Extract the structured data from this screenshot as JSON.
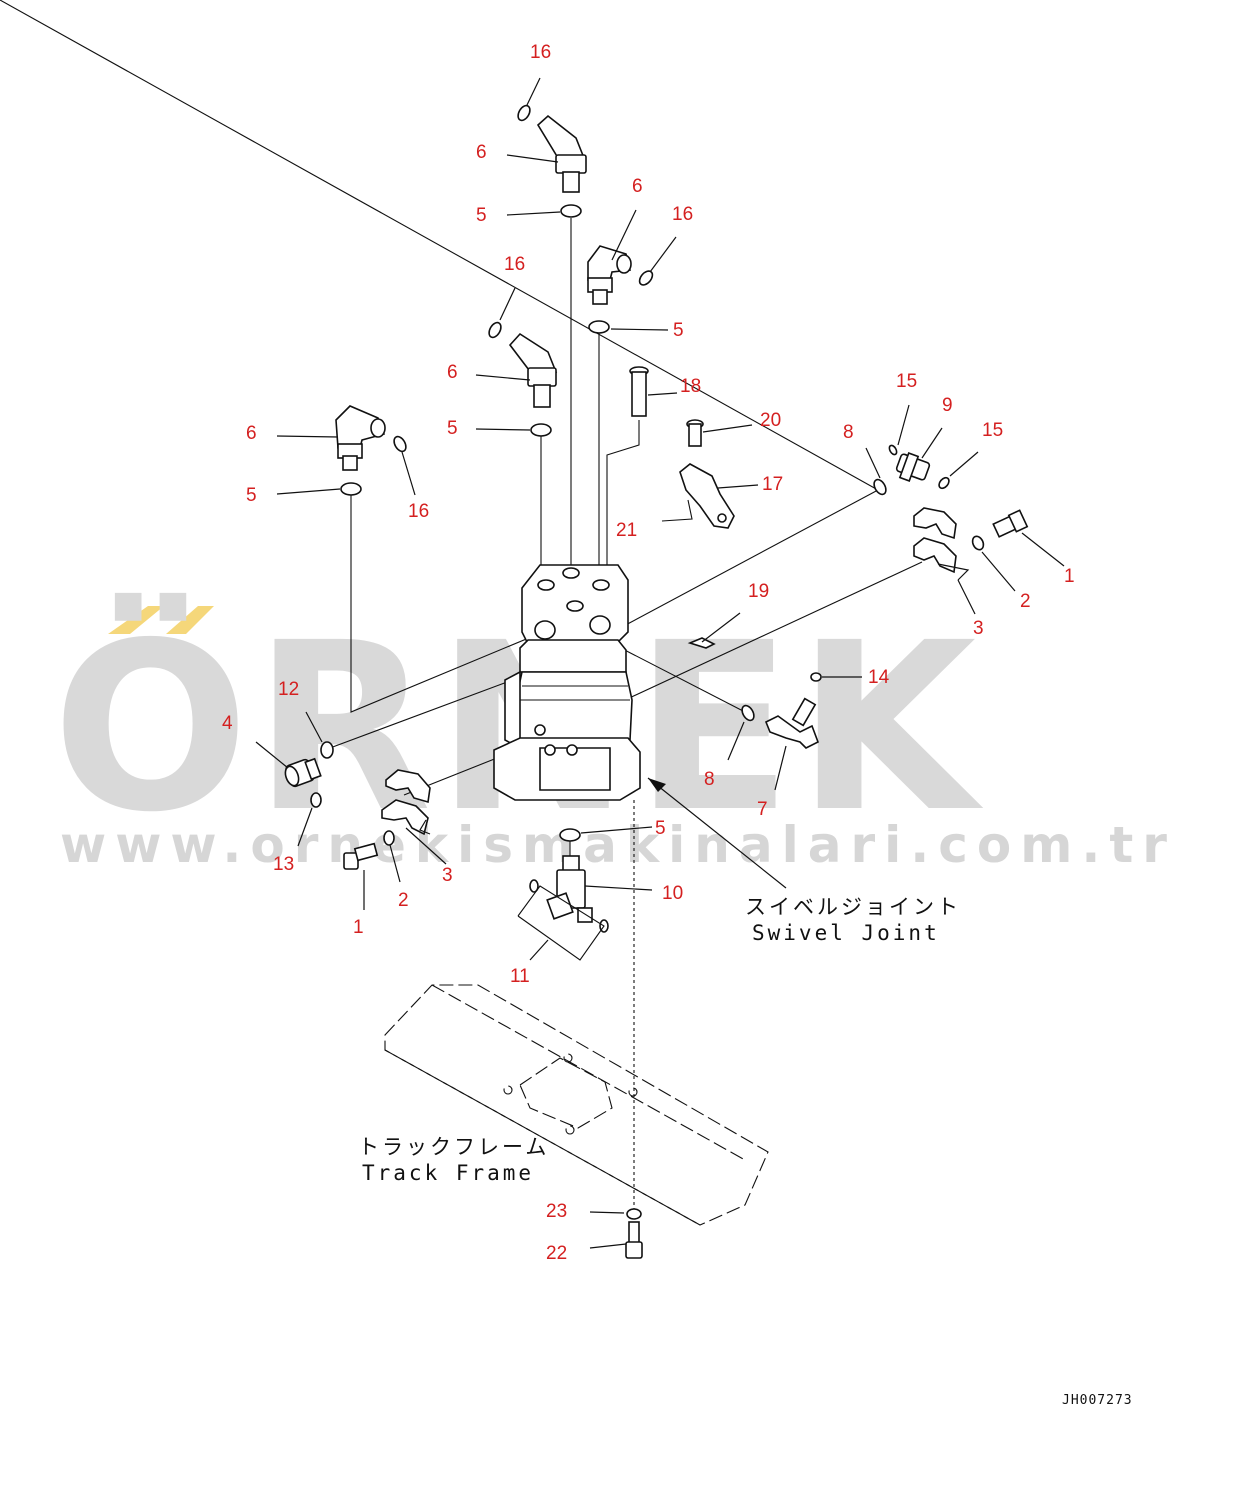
{
  "watermark": {
    "brand": "ÖRNEK",
    "url": "www.ornekismakinalari.com.tr",
    "accent_color": "#f5d77a",
    "text_color": "#d9d9d9"
  },
  "captions": {
    "swivel_joint_jp": "スイベルジョイント",
    "swivel_joint_en": "Swivel Joint",
    "track_frame_jp": "トラックフレーム",
    "track_frame_en": "Track Frame"
  },
  "doc_id": "JH007273",
  "callout_color": "#d42020",
  "callouts": [
    {
      "label": "16"
    },
    {
      "label": "6"
    },
    {
      "label": "5"
    },
    {
      "label": "6"
    },
    {
      "label": "16"
    },
    {
      "label": "16"
    },
    {
      "label": "5"
    },
    {
      "label": "6"
    },
    {
      "label": "18"
    },
    {
      "label": "5"
    },
    {
      "label": "20"
    },
    {
      "label": "6"
    },
    {
      "label": "16"
    },
    {
      "label": "5"
    },
    {
      "label": "15"
    },
    {
      "label": "9"
    },
    {
      "label": "8"
    },
    {
      "label": "15"
    },
    {
      "label": "17"
    },
    {
      "label": "21"
    },
    {
      "label": "1"
    },
    {
      "label": "2"
    },
    {
      "label": "3"
    },
    {
      "label": "19"
    },
    {
      "label": "14"
    },
    {
      "label": "12"
    },
    {
      "label": "4"
    },
    {
      "label": "8"
    },
    {
      "label": "7"
    },
    {
      "label": "13"
    },
    {
      "label": "5"
    },
    {
      "label": "3"
    },
    {
      "label": "2"
    },
    {
      "label": "10"
    },
    {
      "label": "1"
    },
    {
      "label": "11"
    },
    {
      "label": "23"
    },
    {
      "label": "22"
    }
  ]
}
